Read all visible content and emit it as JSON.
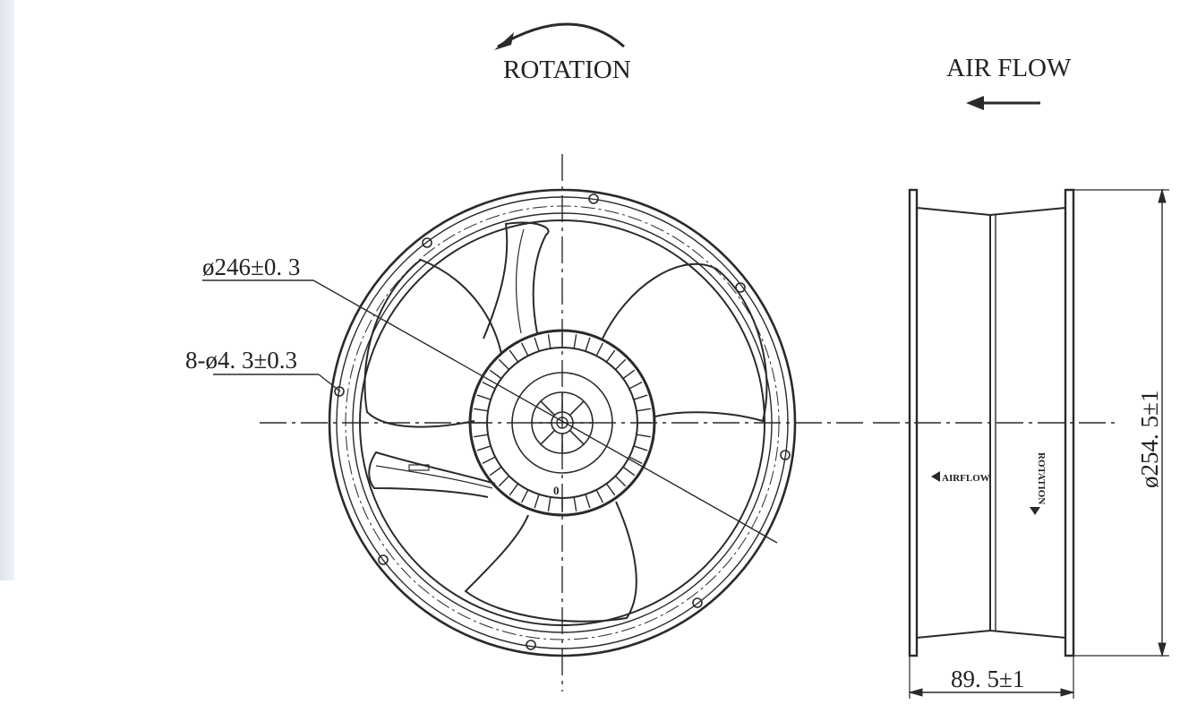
{
  "labels": {
    "rotation": "ROTATION",
    "air_flow": "AIR FLOW",
    "blade_diameter": "ø246±0. 3",
    "mounting_holes": "8-ø4. 3±0.3",
    "outer_diameter": "ø254. 5±1",
    "depth": "89. 5±1",
    "hub_mark": "0",
    "side_airflow_label": "AIRFLOW",
    "side_rotation_label": "ROTATION"
  },
  "colors": {
    "line": "#2a2a2a",
    "background": "#ffffff"
  }
}
